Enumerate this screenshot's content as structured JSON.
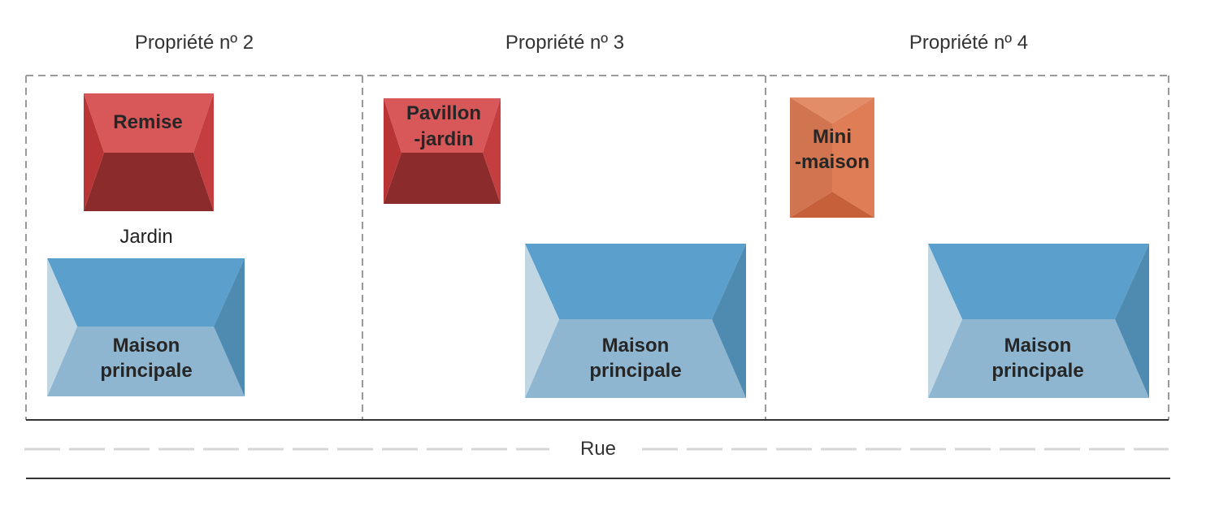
{
  "properties": [
    {
      "title": "Propriété nº 2",
      "outbuilding": {
        "lines": [
          "Remise"
        ],
        "kind": "red"
      },
      "garden_label": "Jardin",
      "main_house": {
        "lines": [
          "Maison",
          "principale"
        ]
      }
    },
    {
      "title": "Propriété nº 3",
      "outbuilding": {
        "lines": [
          "Pavillon",
          "-jardin"
        ],
        "kind": "red"
      },
      "main_house": {
        "lines": [
          "Maison",
          "principale"
        ]
      }
    },
    {
      "title": "Propriété nº 4",
      "outbuilding": {
        "lines": [
          "Mini",
          "-maison"
        ],
        "kind": "orange"
      },
      "main_house": {
        "lines": [
          "Maison",
          "principale"
        ]
      }
    }
  ],
  "street": {
    "label": "Rue"
  },
  "colors": {
    "blue_top": "#5b9fcc",
    "blue_bottom": "#8fb6d1",
    "blue_left": "#c0d7e3",
    "blue_right": "#4f8ab1",
    "red_top": "#d8585a",
    "red_bottom": "#8b2b2b",
    "red_left": "#b93434",
    "red_right": "#c43d3f",
    "orange_top": "#e38d68",
    "orange_bottom": "#c5603b",
    "orange_left": "#d17450",
    "orange_right": "#df7d56",
    "dash": "#9a9a9a",
    "street_dash": "#d6d6d6",
    "line": "#333333"
  }
}
